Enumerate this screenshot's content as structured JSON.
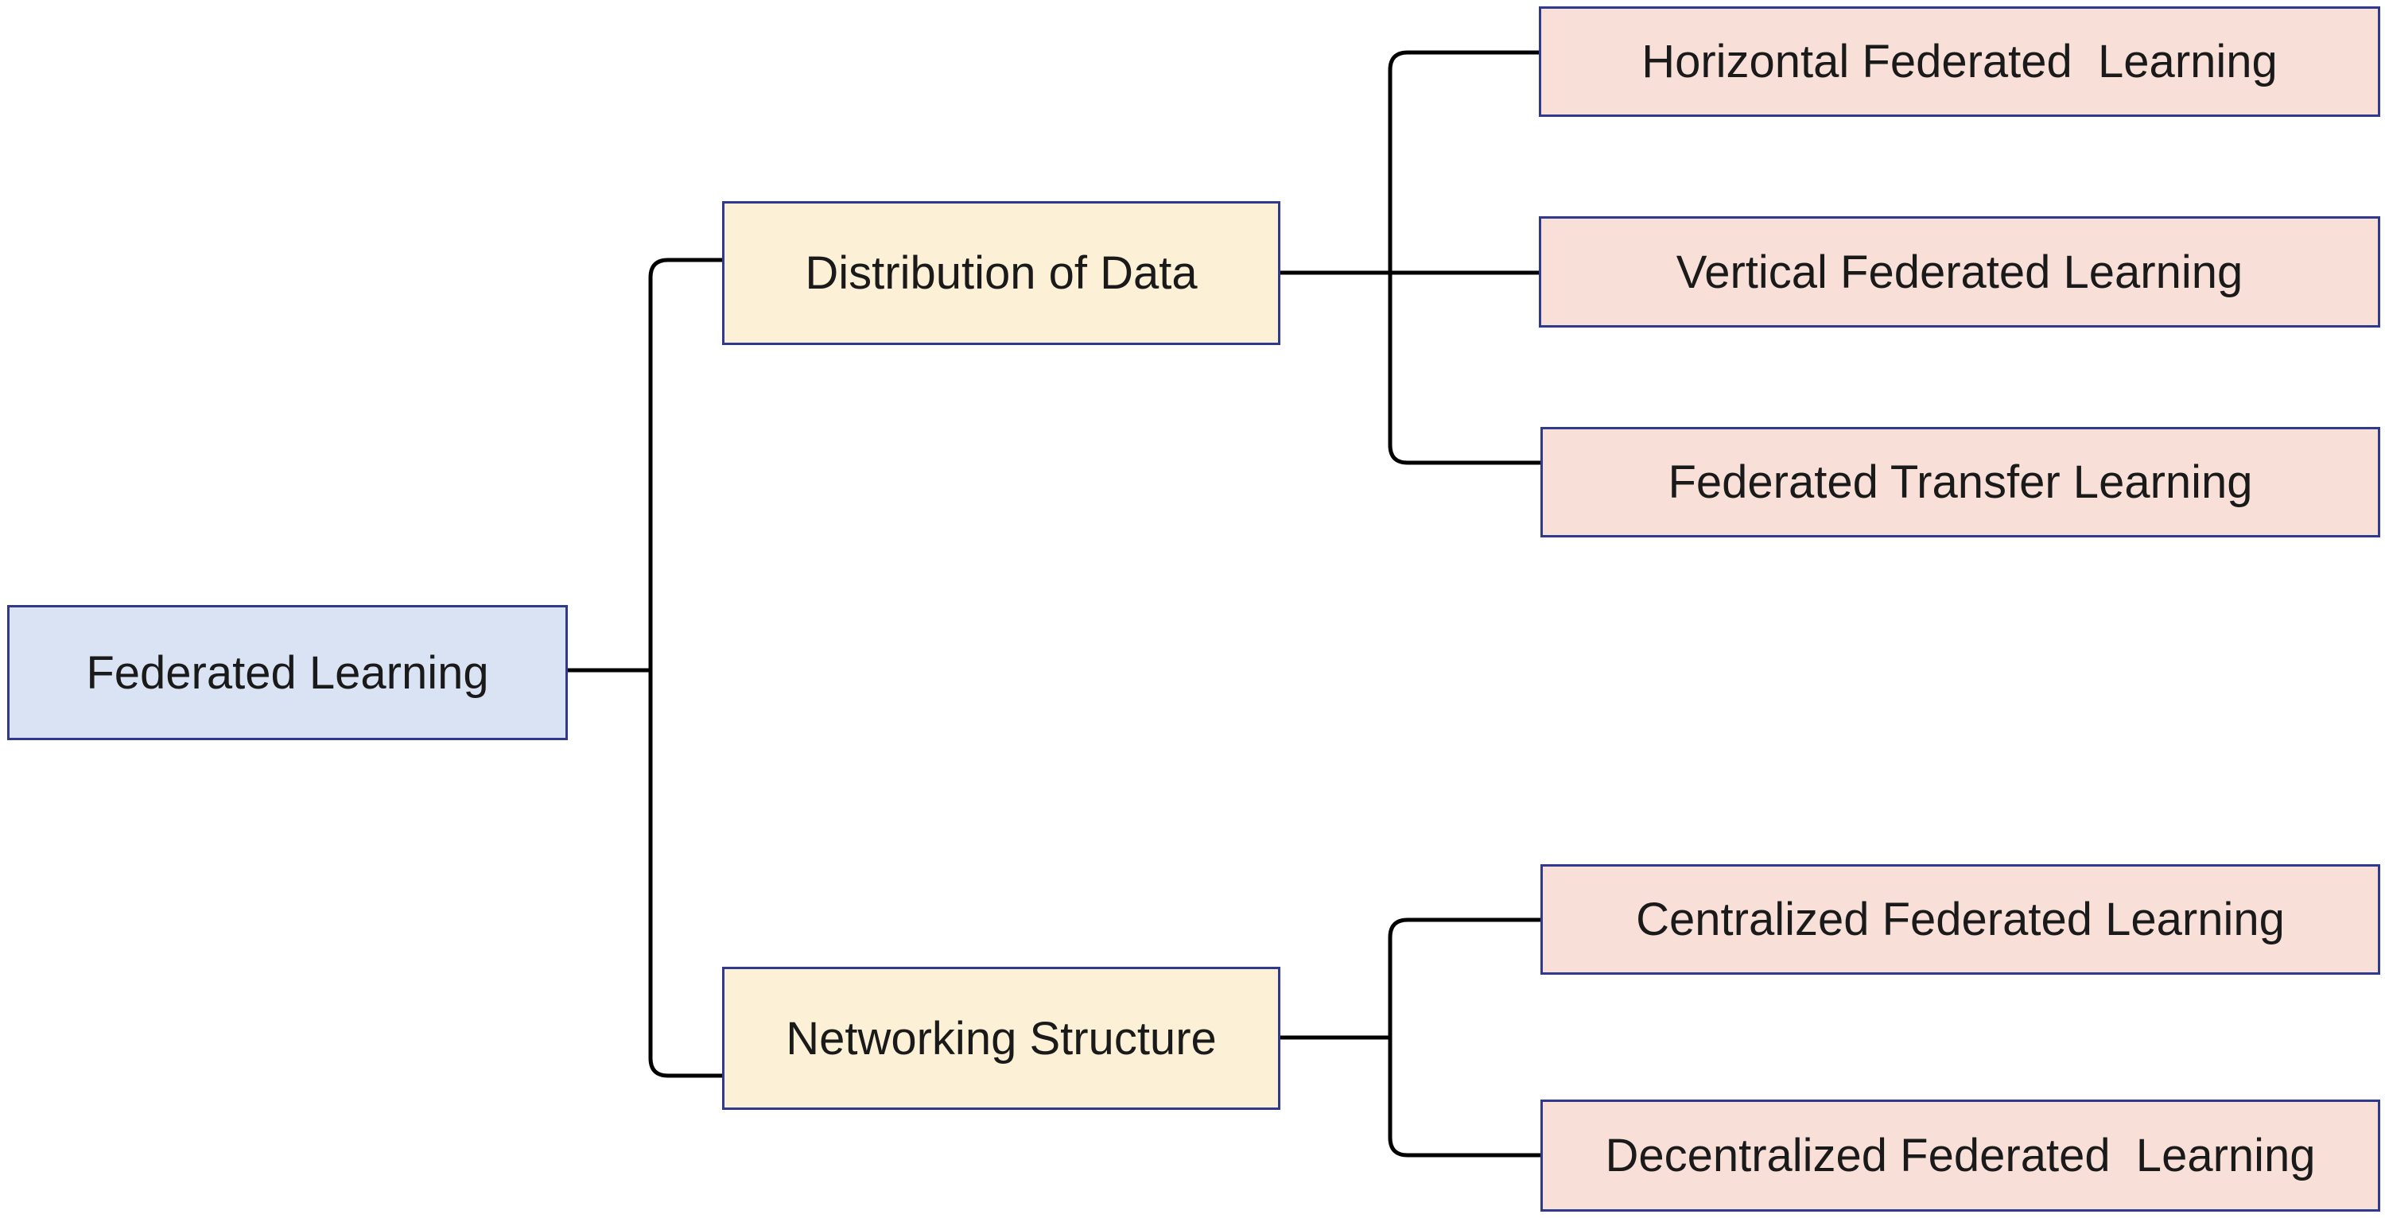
{
  "root": {
    "label": "Federated Learning"
  },
  "categories": [
    {
      "label": "Distribution of Data"
    },
    {
      "label": "Networking Structure"
    }
  ],
  "leaves": [
    {
      "label": "Horizontal Federated  Learning"
    },
    {
      "label": "Vertical Federated Learning"
    },
    {
      "label": "Federated Transfer Learning"
    },
    {
      "label": "Centralized Federated Learning"
    },
    {
      "label": "Decentralized Federated  Learning"
    }
  ],
  "colors": {
    "root_fill": "#dae3f3",
    "category_fill": "#fcf1d6",
    "leaf_fill": "#f8e0d8",
    "border": "#2f3a8f",
    "connector": "#000000"
  }
}
